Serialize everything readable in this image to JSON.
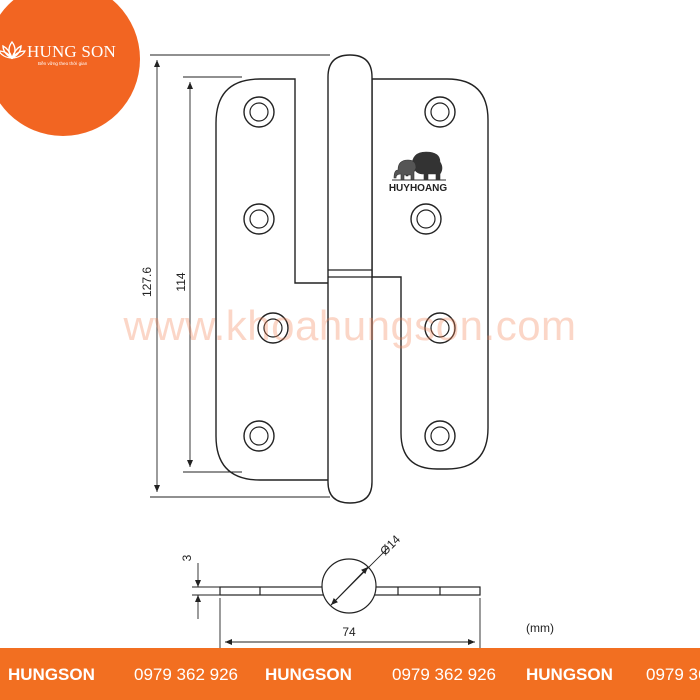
{
  "logo": {
    "name": "HUNG SON",
    "slogan": "Bền vững theo thời gian"
  },
  "watermark": "www.khoahungson.com",
  "diagram": {
    "engraving": "HUYHOANG",
    "dimensions": {
      "overall_height": "127.6",
      "hole_span": "114",
      "pin_diameter": "Ø14",
      "thickness": "3",
      "width": "74"
    },
    "unit": "(mm)"
  },
  "footer": {
    "brand": "HUNGSON",
    "phone": "0979 362 926",
    "phone_clipped": "0979 36"
  },
  "colors": {
    "brand_orange": "#f26522",
    "footer_orange": "#f26f21"
  }
}
